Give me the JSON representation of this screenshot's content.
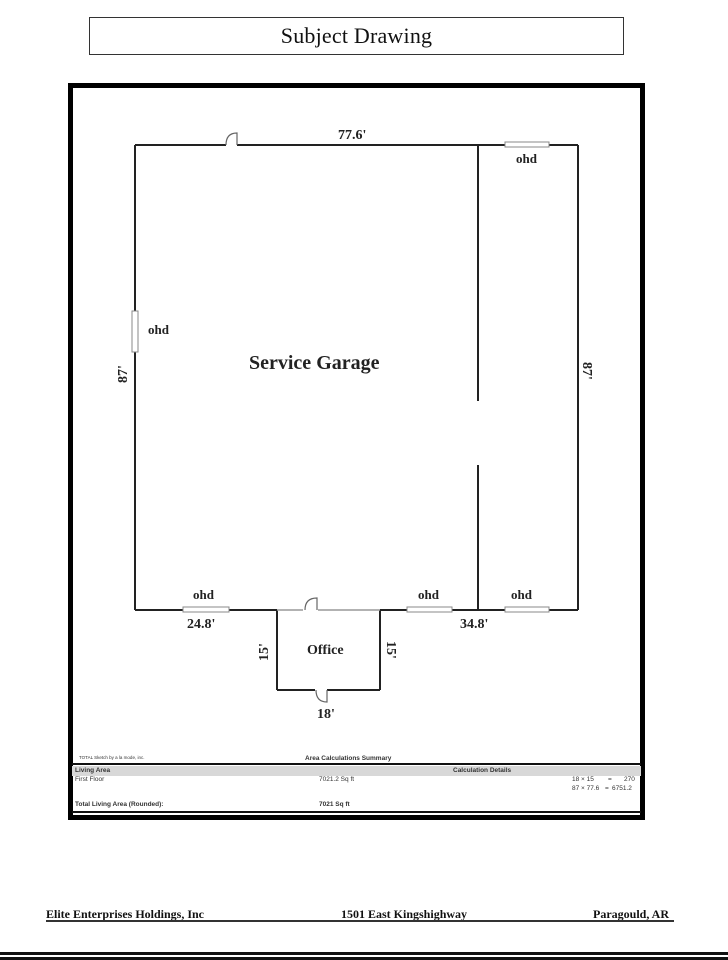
{
  "header": {
    "title": "Subject Drawing"
  },
  "drawing": {
    "rooms": {
      "main": "Service Garage",
      "office": "Office"
    },
    "dimensions": {
      "top": "77.6'",
      "left": "87'",
      "right": "87'",
      "bottom_left": "24.8'",
      "bottom_right": "34.8'",
      "office_left": "15'",
      "office_right": "15'",
      "office_bottom": "18'"
    },
    "door_labels": {
      "top_right": "ohd",
      "left": "ohd",
      "bottom_left": "ohd",
      "bottom_mid": "ohd",
      "bottom_right": "ohd"
    }
  },
  "summary": {
    "credit": "TOTAL Sketch by a la mode, inc.",
    "title": "Area Calculations Summary",
    "col_living_area": "Living Area",
    "col_calc_details": "Calculation Details",
    "rows": [
      {
        "name": "First Floor",
        "area": "7021.2 Sq ft"
      }
    ],
    "calc_lines": [
      {
        "expr": "18 × 15",
        "eq": "=",
        "result": "270"
      },
      {
        "expr": "87 × 77.6",
        "eq": "=",
        "result": "6751.2"
      }
    ],
    "total_label": "Total Living Area (Rounded):",
    "total_value": "7021 Sq ft"
  },
  "footer": {
    "company": "Elite Enterprises Holdings, Inc",
    "address": "1501 East Kingshighway",
    "city": "Paragould, AR"
  }
}
